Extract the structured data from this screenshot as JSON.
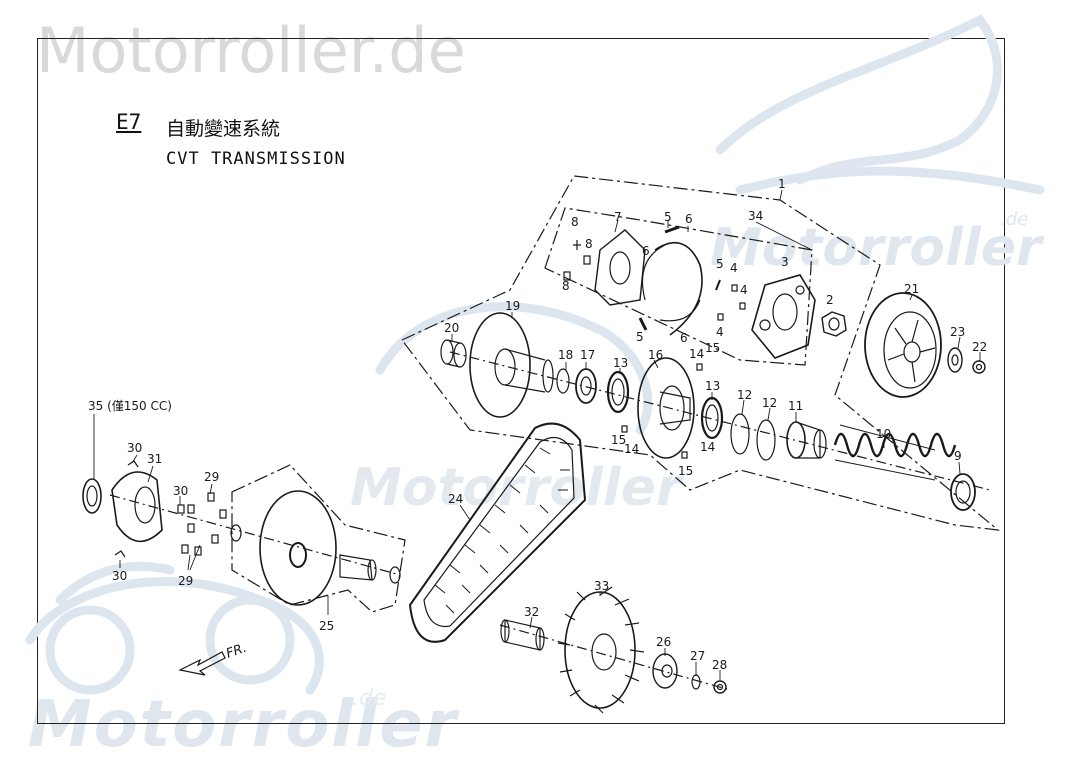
{
  "watermark": {
    "top": "Motorroller.de",
    "bottom": "Motorroller",
    "bottom_suffix": ".de",
    "center": "Motorroller",
    "right": "Motorroller",
    "right_suffix": ".de"
  },
  "header": {
    "code": "E7",
    "title_cn": "自動變速系統",
    "title_en": "CVT TRANSMISSION"
  },
  "note": "35 (僅150 CC)",
  "direction": "FR.",
  "labels": {
    "p1": "1",
    "p2": "2",
    "p3": "3",
    "p4a": "4",
    "p4b": "4",
    "p4c": "4",
    "p5a": "5",
    "p5b": "5",
    "p5c": "5",
    "p6a": "6",
    "p6b": "6",
    "p6c": "6",
    "p7": "7",
    "p8a": "8",
    "p8b": "8",
    "p8c": "8",
    "p9": "9",
    "p10": "10",
    "p11": "11",
    "p12a": "12",
    "p12b": "12",
    "p13a": "13",
    "p13b": "13",
    "p14a": "14",
    "p14b": "14",
    "p14c": "14",
    "p15a": "15",
    "p15b": "15",
    "p15c": "15",
    "p16": "16",
    "p17": "17",
    "p18": "18",
    "p19": "19",
    "p20": "20",
    "p21": "21",
    "p22": "22",
    "p23": "23",
    "p24": "24",
    "p25": "25",
    "p26": "26",
    "p27": "27",
    "p28": "28",
    "p29a": "29",
    "p29b": "29",
    "p30a": "30",
    "p30b": "30",
    "p30c": "30",
    "p31": "31",
    "p32": "32",
    "p33": "33",
    "p34": "34"
  },
  "colors": {
    "line": "#1a1a1a",
    "watermark": "#dfe7ef",
    "watermark_gray": "#d9d9d9"
  }
}
